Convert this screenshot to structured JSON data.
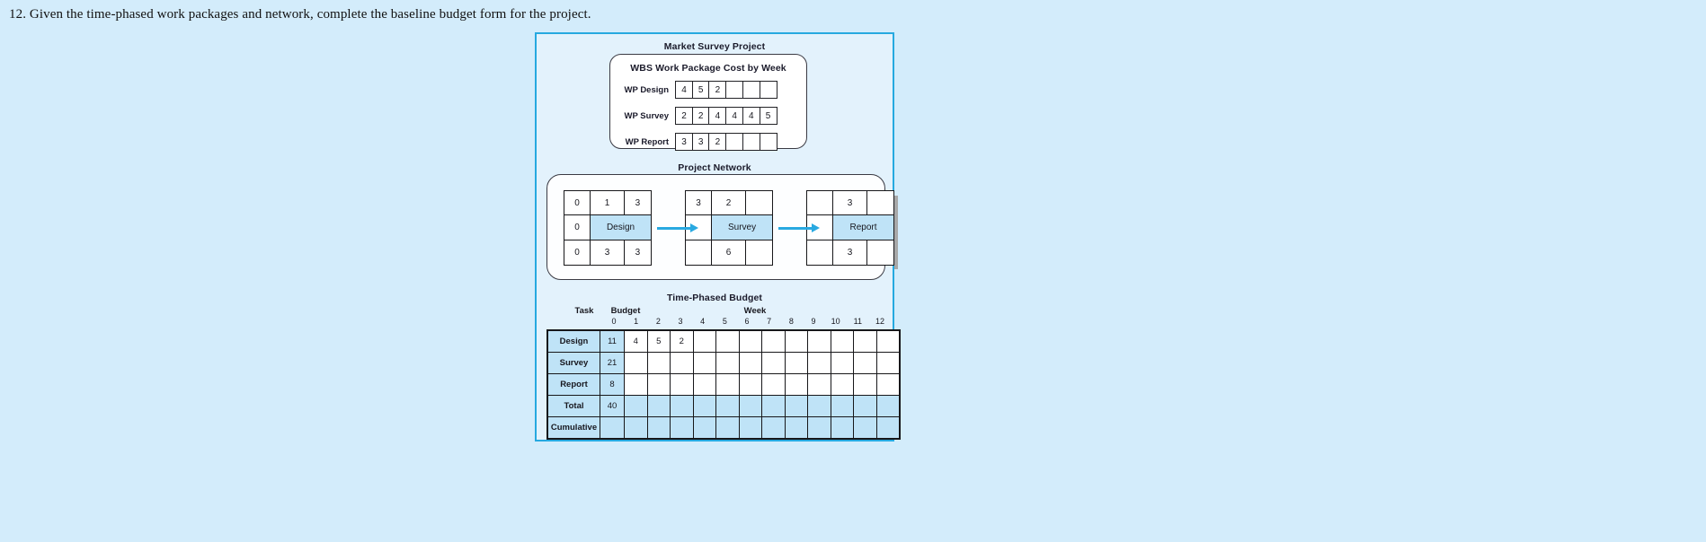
{
  "question": {
    "text": "12. Given the time-phased work packages and network, complete the baseline budget form for the project."
  },
  "figure": {
    "title": "Market Survey Project",
    "colors": {
      "page_background": "#d3ecfb",
      "panel_background": "#e3f2fc",
      "panel_border": "#26a9e0",
      "accent_blue": "#29a9e1",
      "cell_highlight": "#bfe3f7"
    },
    "wbs": {
      "title": "WBS Work Package Cost by Week",
      "rows": [
        {
          "label": "WP Design",
          "values": [
            "4",
            "5",
            "2",
            "",
            "",
            ""
          ]
        },
        {
          "label": "WP Survey",
          "values": [
            "2",
            "2",
            "4",
            "4",
            "4",
            "5"
          ]
        },
        {
          "label": "WP Report",
          "values": [
            "3",
            "3",
            "2",
            "",
            "",
            ""
          ]
        }
      ]
    },
    "network": {
      "title": "Project Network",
      "nodes": [
        {
          "name": "Design",
          "top": [
            "0",
            "1",
            "3"
          ],
          "mid_left": "0",
          "mid_right": "",
          "bottom": [
            "0",
            "3",
            "3"
          ]
        },
        {
          "name": "Survey",
          "top": [
            "3",
            "2",
            ""
          ],
          "mid_left": "",
          "mid_right": "",
          "bottom": [
            "",
            "6",
            ""
          ]
        },
        {
          "name": "Report",
          "top": [
            "",
            "3",
            ""
          ],
          "mid_left": "",
          "mid_right": "",
          "bottom": [
            "",
            "3",
            ""
          ]
        }
      ]
    },
    "budget": {
      "title": "Time-Phased Budget",
      "header_task": "Task",
      "header_budget": "Budget",
      "header_week": "Week",
      "week_ticks": [
        "0",
        "1",
        "2",
        "3",
        "4",
        "5",
        "6",
        "7",
        "8",
        "9",
        "10",
        "11",
        "12"
      ],
      "rows": [
        {
          "task": "Design",
          "budget": "11",
          "weeks": [
            "4",
            "5",
            "2",
            "",
            "",
            "",
            "",
            "",
            "",
            "",
            "",
            ""
          ],
          "filled": false
        },
        {
          "task": "Survey",
          "budget": "21",
          "weeks": [
            "",
            "",
            "",
            "",
            "",
            "",
            "",
            "",
            "",
            "",
            "",
            ""
          ],
          "filled": false
        },
        {
          "task": "Report",
          "budget": "8",
          "weeks": [
            "",
            "",
            "",
            "",
            "",
            "",
            "",
            "",
            "",
            "",
            "",
            ""
          ],
          "filled": false
        },
        {
          "task": "Total",
          "budget": "40",
          "weeks": [
            "",
            "",
            "",
            "",
            "",
            "",
            "",
            "",
            "",
            "",
            "",
            ""
          ],
          "filled": true
        },
        {
          "task": "Cumulative",
          "budget": "",
          "weeks": [
            "",
            "",
            "",
            "",
            "",
            "",
            "",
            "",
            "",
            "",
            "",
            ""
          ],
          "filled": true
        }
      ]
    }
  }
}
